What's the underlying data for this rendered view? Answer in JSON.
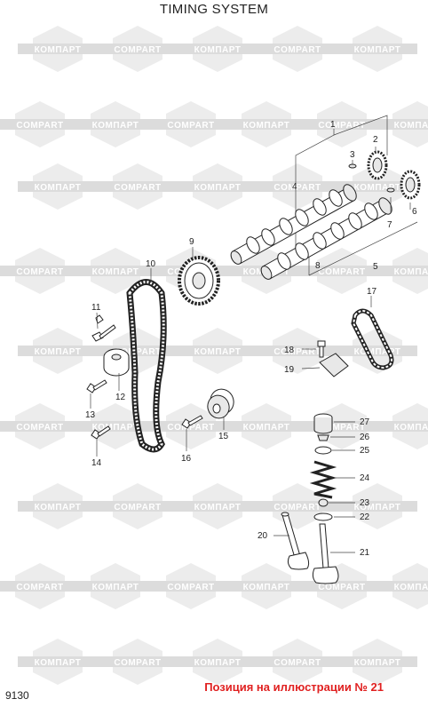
{
  "title": "TIMING SYSTEM",
  "page_code": "9130",
  "position_note": "Позиция на иллюстрации № 21",
  "watermark": {
    "text": "КОМПАРТ",
    "text_latin": "COMPART",
    "color": "#dcdcdc"
  },
  "accent_color": "#e02020",
  "callouts": [
    "1",
    "2",
    "3",
    "4",
    "5",
    "6",
    "7",
    "8",
    "9",
    "10",
    "11",
    "12",
    "13",
    "14",
    "15",
    "16",
    "17",
    "18",
    "19",
    "20",
    "21",
    "22",
    "23",
    "24",
    "25",
    "26",
    "27"
  ]
}
